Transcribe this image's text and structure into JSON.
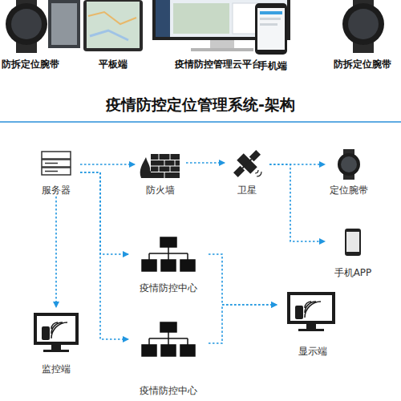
{
  "diagram": {
    "title": "疫情防控定位管理系统-架构",
    "nodes": [
      {
        "text": [
          "服务器"
        ]
      },
      {
        "text": [
          "防火墙"
        ]
      },
      {
        "text": [
          "卫星"
        ]
      },
      {
        "text": [
          "定位腕带"
        ]
      },
      {
        "text": [
          "手机APP"
        ]
      },
      {
        "text": [
          "疫情防控中心"
        ]
      },
      {
        "text": [
          "监控端"
        ]
      },
      {
        "text": [
          "显示端"
        ]
      },
      {
        "text": [
          "疫情防控中心"
        ]
      }
    ],
    "edges": [
      {
        "from": 0,
        "to": 1,
        "arrow": "to"
      },
      {
        "from": 1,
        "to": 2,
        "arrow": "to"
      },
      {
        "from": 2,
        "to": 3,
        "arrow": "to"
      },
      {
        "from": 2,
        "to": 4,
        "arrow": "to"
      },
      {
        "from": 0,
        "to": 6,
        "arrow": "to"
      },
      {
        "from": 0,
        "to": 5,
        "arrow": "to"
      },
      {
        "from": 0,
        "to": 8,
        "arrow": "to"
      },
      {
        "from": 5,
        "to": 7,
        "arrow": "to"
      },
      {
        "from": 8,
        "to": 7,
        "arrow": "to"
      }
    ],
    "labels": [
      "防拆定位腕带",
      "平板端",
      "疫情防控管理云平台",
      "手机端",
      "防拆定位腕带"
    ]
  }
}
